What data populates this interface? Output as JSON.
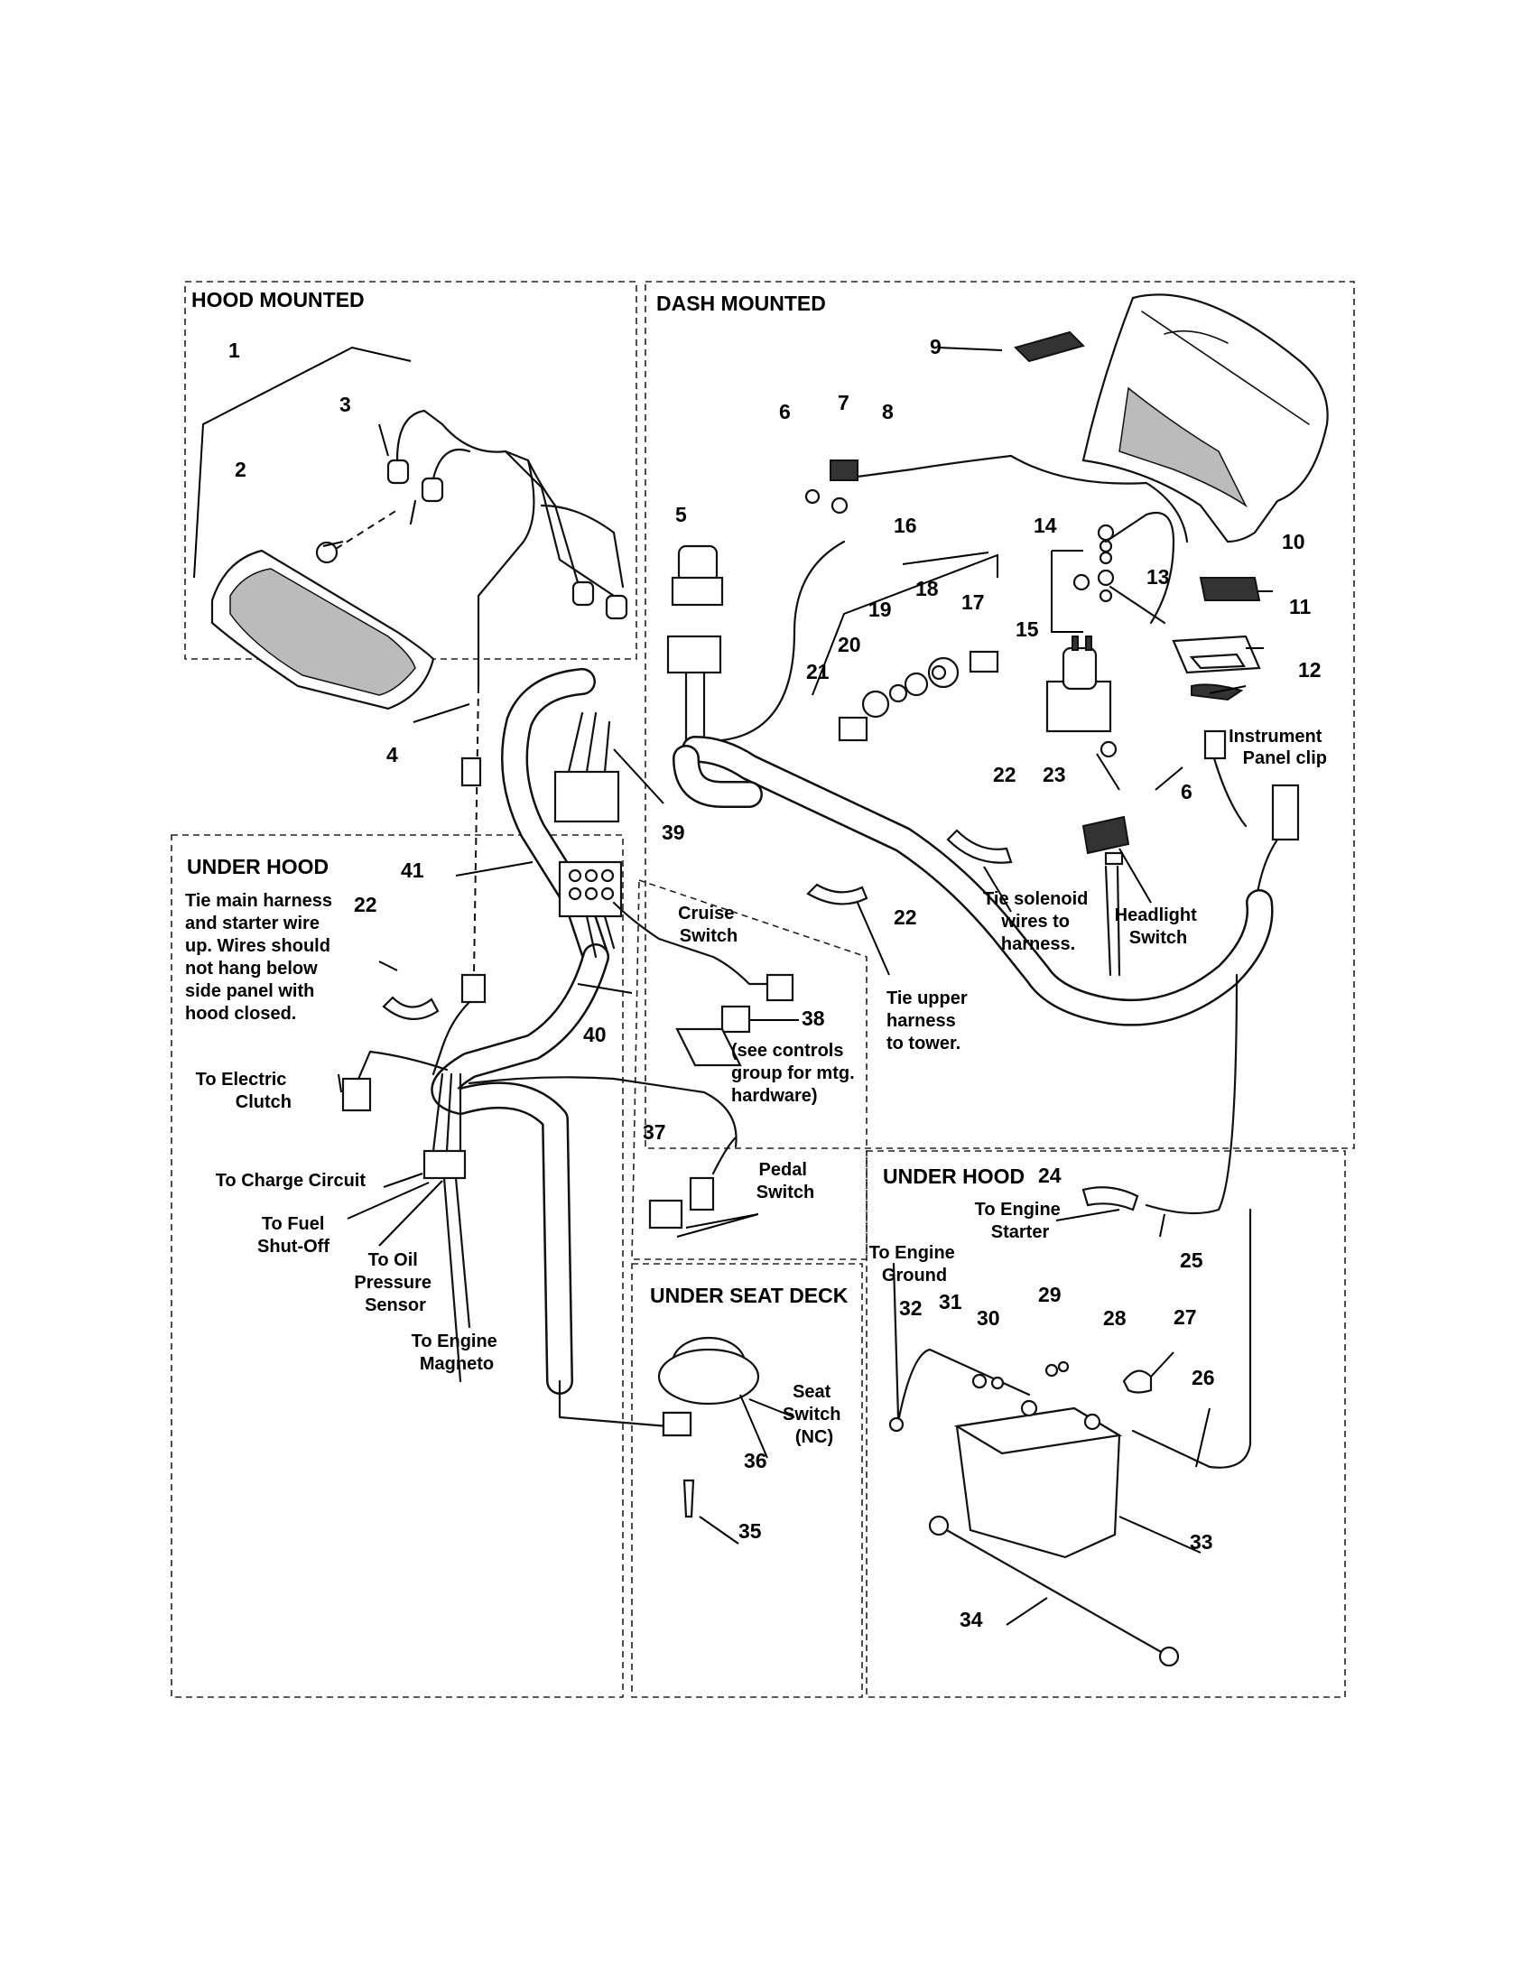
{
  "sections": {
    "hood_mounted": "HOOD MOUNTED",
    "dash_mounted": "DASH MOUNTED",
    "under_hood_left": "UNDER HOOD",
    "under_hood_right": "UNDER HOOD",
    "under_seat_deck": "UNDER SEAT DECK"
  },
  "callouts": {
    "c1": "1",
    "c2": "2",
    "c3": "3",
    "c4": "4",
    "c5": "5",
    "c6a": "6",
    "c6b": "6",
    "c7": "7",
    "c8": "8",
    "c9": "9",
    "c10": "10",
    "c11": "11",
    "c12": "12",
    "c13": "13",
    "c14": "14",
    "c15": "15",
    "c16": "16",
    "c17": "17",
    "c18": "18",
    "c19": "19",
    "c20": "20",
    "c21": "21",
    "c22a": "22",
    "c22b": "22",
    "c22c": "22",
    "c23": "23",
    "c24": "24",
    "c25": "25",
    "c26": "26",
    "c27": "27",
    "c28": "28",
    "c29": "29",
    "c30": "30",
    "c31": "31",
    "c32": "32",
    "c33": "33",
    "c34": "34",
    "c35": "35",
    "c36": "36",
    "c37": "37",
    "c38": "38",
    "c39": "39",
    "c40": "40",
    "c41": "41"
  },
  "notes": {
    "instrument_panel_clip": [
      "Instrument",
      "Panel clip"
    ],
    "tie_main_harness": [
      "Tie main harness",
      "and starter wire",
      "up. Wires should",
      "not hang below",
      "side panel with",
      "hood closed."
    ],
    "cruise_switch": [
      "Cruise",
      "Switch"
    ],
    "see_controls": [
      "(see controls",
      "group for mtg.",
      "hardware)"
    ],
    "tie_solenoid": [
      "Tie solenoid",
      "wires to",
      "harness."
    ],
    "headlight_switch": [
      "Headlight",
      "Switch"
    ],
    "tie_upper": [
      "Tie upper",
      "harness",
      "to tower."
    ],
    "to_electric_clutch": [
      "To Electric",
      "Clutch"
    ],
    "to_charge_circuit": [
      "To Charge Circuit"
    ],
    "to_fuel_shutoff": [
      "To Fuel",
      "Shut-Off"
    ],
    "to_oil_pressure": [
      "To Oil",
      "Pressure",
      "Sensor"
    ],
    "to_engine_magneto": [
      "To Engine",
      "Magneto"
    ],
    "pedal_switch": [
      "Pedal",
      "Switch"
    ],
    "to_engine_starter": [
      "To Engine",
      "Starter"
    ],
    "to_engine_ground": [
      "To Engine",
      "Ground"
    ],
    "seat_switch": [
      "Seat",
      "Switch",
      "(NC)"
    ]
  }
}
